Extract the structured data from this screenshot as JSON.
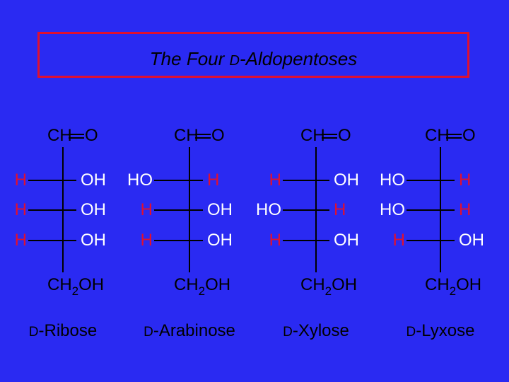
{
  "title": {
    "prefix": "The Four ",
    "d": "D",
    "suffix": "-Aldopentoses"
  },
  "colors": {
    "background": "#2a2af2",
    "border": "#e01030",
    "H": "#e01030",
    "OH_left": "#ffffff"
  },
  "structures": [
    {
      "top": "CH",
      "top_o": "O",
      "rows": [
        {
          "left": "H",
          "right": "OH"
        },
        {
          "left": "H",
          "right": "OH"
        },
        {
          "left": "H",
          "right": "OH"
        }
      ],
      "bottom_ch": "CH",
      "bottom_sub": "2",
      "bottom_oh": "OH",
      "name_d": "D",
      "name": "-Ribose"
    },
    {
      "top": "CH",
      "top_o": "O",
      "rows": [
        {
          "left": "HO",
          "right": "H"
        },
        {
          "left": "H",
          "right": "OH"
        },
        {
          "left": "H",
          "right": "OH"
        }
      ],
      "bottom_ch": "CH",
      "bottom_sub": "2",
      "bottom_oh": "OH",
      "name_d": "D",
      "name": "-Arabinose"
    },
    {
      "top": "CH",
      "top_o": "O",
      "rows": [
        {
          "left": "H",
          "right": "OH"
        },
        {
          "left": "HO",
          "right": "H"
        },
        {
          "left": "H",
          "right": "OH"
        }
      ],
      "bottom_ch": "CH",
      "bottom_sub": "2",
      "bottom_oh": "OH",
      "name_d": "D",
      "name": "-Xylose"
    },
    {
      "top": "CH",
      "top_o": "O",
      "rows": [
        {
          "left": "HO",
          "right": "H"
        },
        {
          "left": "HO",
          "right": "H"
        },
        {
          "left": "H",
          "right": "OH"
        }
      ],
      "bottom_ch": "CH",
      "bottom_sub": "2",
      "bottom_oh": "OH",
      "name_d": "D",
      "name": "-Lyxose"
    }
  ]
}
